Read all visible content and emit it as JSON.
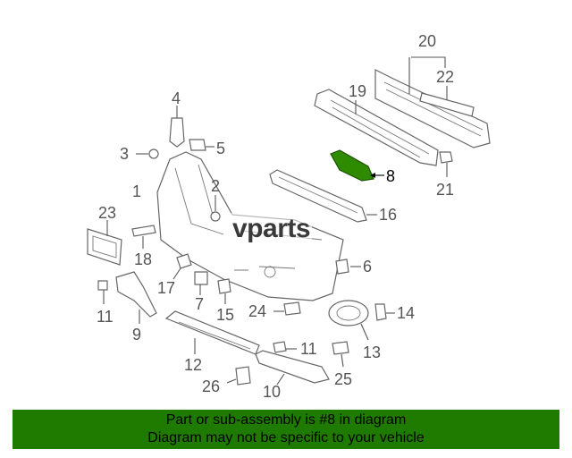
{
  "diagram": {
    "logo_text": "vparts",
    "highlighted_part": "8",
    "highlight_color": "#2e8b00",
    "callouts": [
      "20",
      "22",
      "19",
      "4",
      "5",
      "3",
      "1",
      "2",
      "8",
      "21",
      "16",
      "23",
      "18",
      "6",
      "17",
      "7",
      "11",
      "15",
      "24",
      "14",
      "9",
      "13",
      "12",
      "11",
      "25",
      "26",
      "10"
    ]
  },
  "banner": {
    "line1": "Part or sub-assembly is #8 in diagram",
    "line2": "Diagram may not be specific to your vehicle",
    "bg_color": "#1f7a00"
  }
}
